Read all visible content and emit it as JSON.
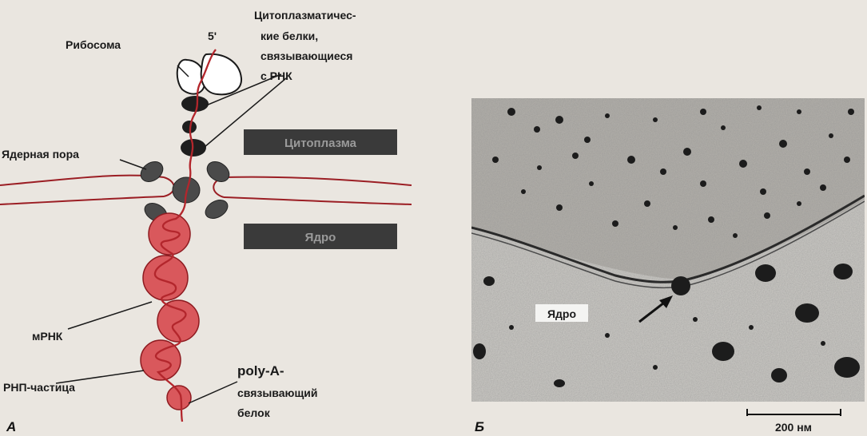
{
  "panel_a": {
    "letter": "A",
    "labels": {
      "ribosome": "Рибосома",
      "five_prime": "5'",
      "cytoplasmic_proteins": [
        "Цитоплазматичес-",
        "кие белки,",
        "связывающиеся",
        "с РНК"
      ],
      "nuclear_pore": "Ядерная пора",
      "cytoplasm_bar": "Цитоплазма",
      "nucleus_bar": "Ядро",
      "mrna": "мРНК",
      "rnp_particle": "РНП-частица",
      "poly_a_protein": [
        "poly-A-",
        "связывающий",
        "белок"
      ]
    }
  },
  "panel_b": {
    "letter": "Б",
    "nucleus_label": "Ядро",
    "scale_bar": "200 нм"
  },
  "colors": {
    "rna": "#b3262c",
    "rnp": "#d9585c",
    "protein": "#2b2b2b",
    "pore": "#4a4a4a",
    "membrane": "#9b1e24",
    "bar": "#3a3a3a"
  }
}
